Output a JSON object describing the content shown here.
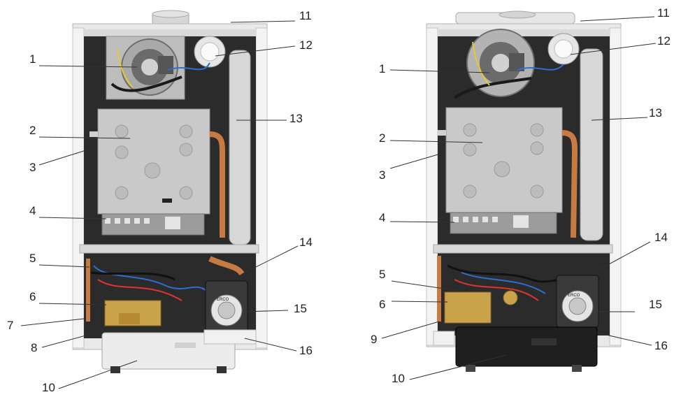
{
  "left_unit": {
    "labels": [
      "1",
      "2",
      "3",
      "4",
      "5",
      "6",
      "7",
      "8",
      "10",
      "11",
      "12",
      "13",
      "14",
      "15",
      "16"
    ],
    "pump_brand": "ERCO"
  },
  "right_unit": {
    "labels": [
      "1",
      "2",
      "3",
      "4",
      "5",
      "6",
      "9",
      "10",
      "11",
      "12",
      "13",
      "14",
      "15",
      "16"
    ],
    "pump_brand": "ERCO"
  },
  "colors": {
    "frame": "#e9e9e9",
    "cavity": "#2b2b2b",
    "heat_exchanger": "#c9c9c9",
    "copper": "#c77a42",
    "brass": "#c9a24a",
    "pump": "#3a3a3a",
    "left_cover": "#ececec",
    "right_cover": "#1f1f1f"
  }
}
